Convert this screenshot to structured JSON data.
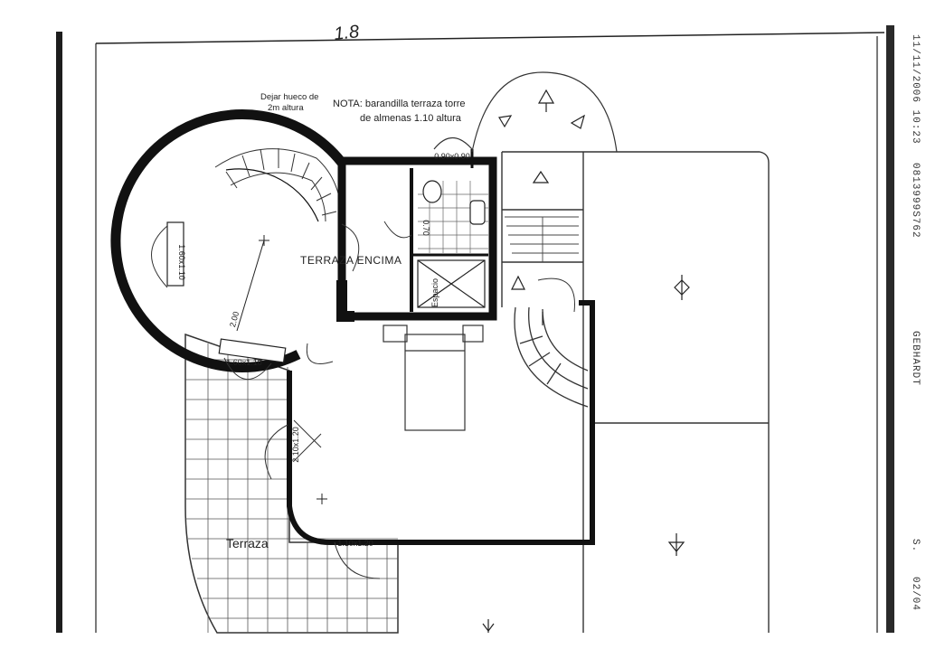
{
  "header": {
    "sheet_number": "1.8"
  },
  "notes": {
    "stair_note_line1": "Dejar hueco de",
    "stair_note_line2": "2m altura",
    "nota_line1": "NOTA: barandilla terraza torre",
    "nota_line2": "de almenas 1.10 altura"
  },
  "labels": {
    "terraza_encima": "TERRAZA ENCIMA",
    "terraza": "Terraza",
    "espacio": "Espacio"
  },
  "dimensions": {
    "window_left": "1.60x1.10",
    "window_bottom": "1.60x1.10",
    "door_top": "0.90x0.90",
    "bath_width": "0.70",
    "radius": "2.00",
    "door_side": "2.10x1.20",
    "door_bottom": "1.10x1.20"
  },
  "fax": {
    "datetime": "11/11/2006 10:23",
    "phone": "0813999S762",
    "sender": "GEBHARDT",
    "page_prefix": "S.",
    "page": "02/04"
  }
}
